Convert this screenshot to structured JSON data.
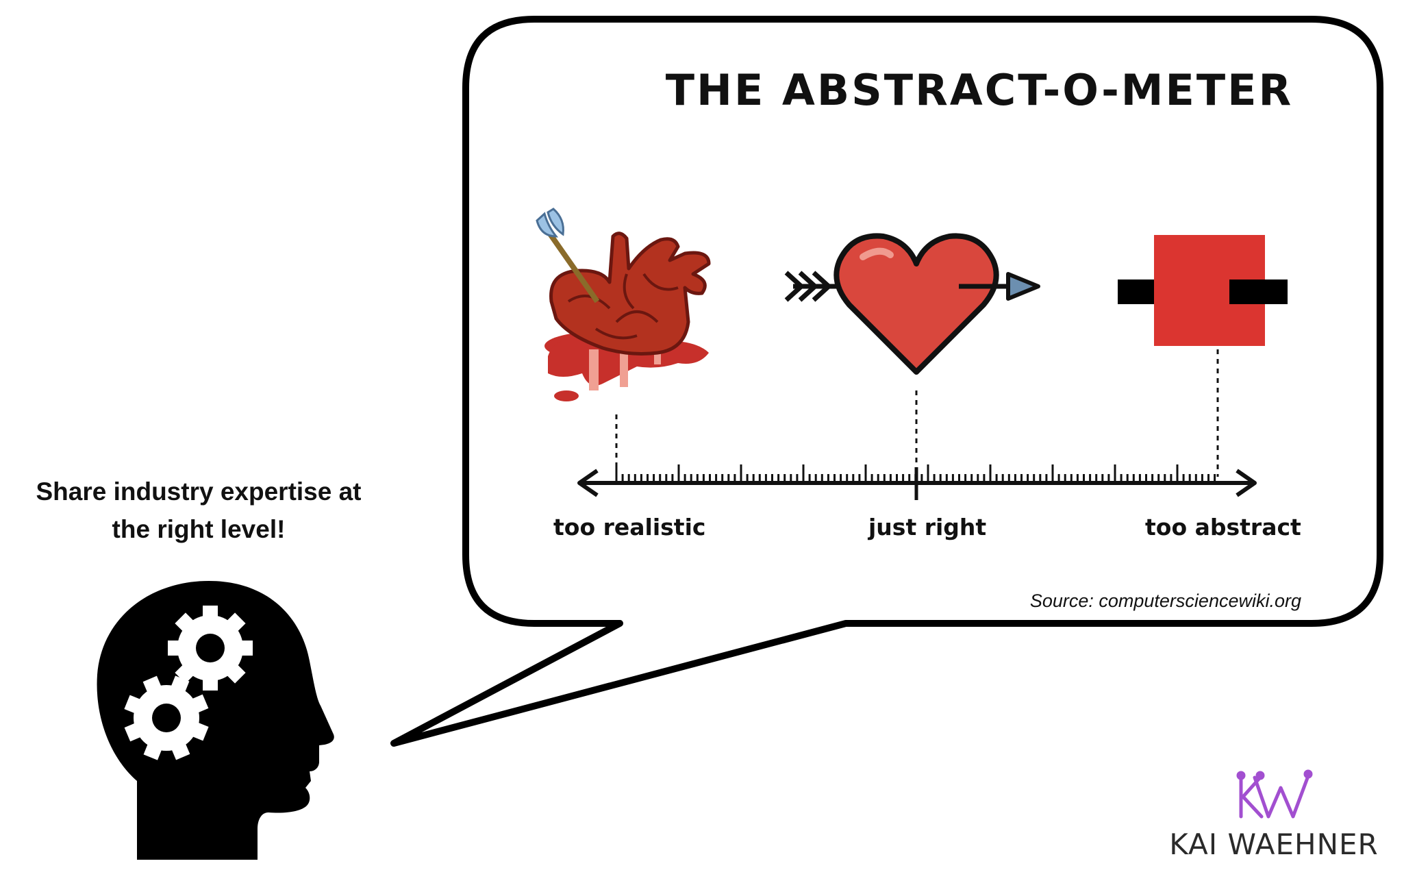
{
  "caption": {
    "line1": "Share industry expertise at",
    "line2": "the right level!"
  },
  "meter": {
    "title": "THE ABSTRACT-O-METER",
    "labels": {
      "left": "too realistic",
      "middle": "just right",
      "right": "too abstract"
    },
    "source": "Source: computersciencewiki.org"
  },
  "brand": {
    "name": "KAI WAEHNER",
    "monogram": "KW"
  },
  "colors": {
    "heart_red": "#d9473d",
    "square_red": "#db3530",
    "blood_red": "#c7302b",
    "anatomical_red": "#b3321f",
    "arrow_blue": "#6c8fb0",
    "brand_purple": "#a24fd0"
  },
  "icons": [
    "head-gears-icon",
    "anatomical-heart-icon",
    "heart-arrow-icon",
    "abstract-square-icon",
    "kw-logo-icon"
  ]
}
